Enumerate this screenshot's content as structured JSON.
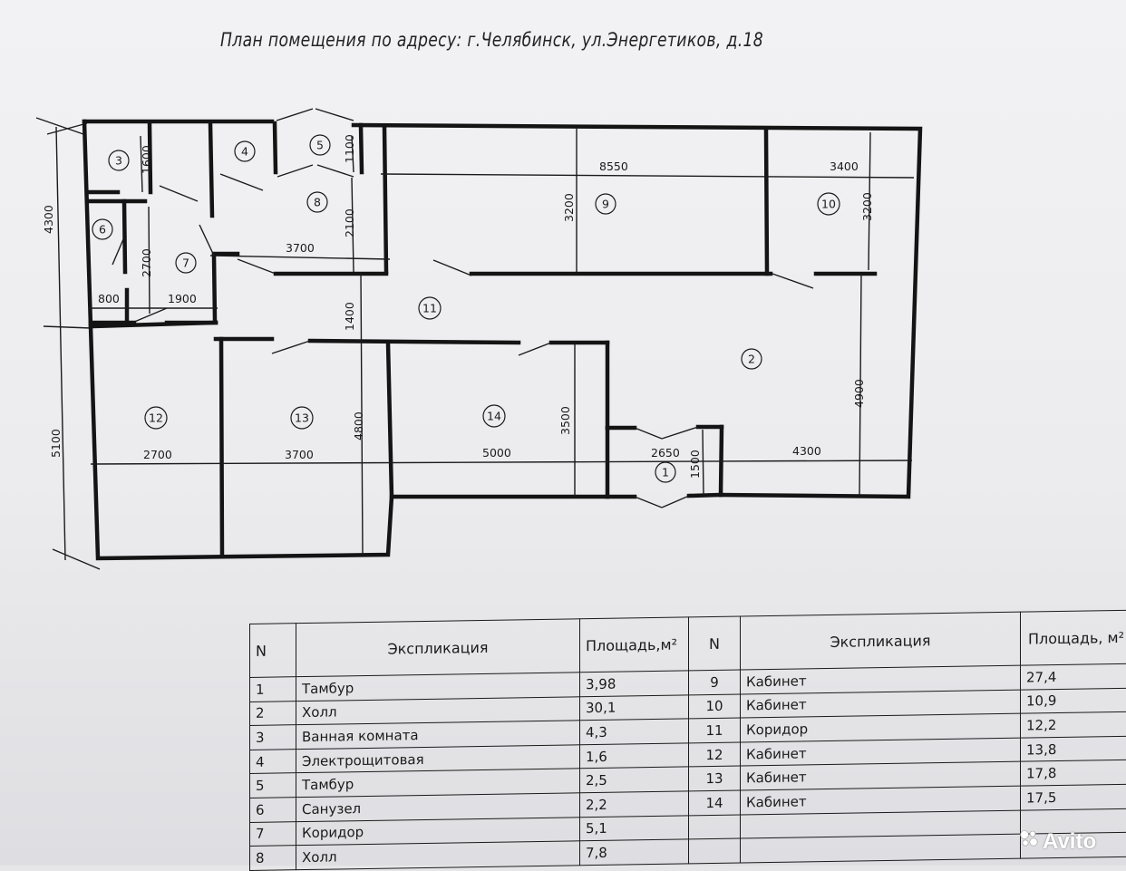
{
  "title": "План помещения по адресу: г.Челябинск, ул.Энергетиков, д.18",
  "dimensions": {
    "overall_upper": "4300",
    "overall_lower": "5100",
    "r3_height": "1600",
    "r5_height": "1100",
    "r8_height": "2100",
    "r7_height": "2700",
    "r8_width": "3700",
    "r6_width": "800",
    "r7_width": "1900",
    "r9_width": "8550",
    "r9_height": "3200",
    "r10_width": "3400",
    "r10_height": "3200",
    "r11_height": "1400",
    "r13_height": "4800",
    "r14_height": "3500",
    "r2_height": "4900",
    "r12_width": "2700",
    "r13_width": "3700",
    "r14_width": "5000",
    "r1_width": "2650",
    "r1_height": "1500",
    "r2_width": "4300"
  },
  "room_labels": [
    "1",
    "2",
    "3",
    "4",
    "5",
    "6",
    "7",
    "8",
    "9",
    "10",
    "11",
    "12",
    "13",
    "14"
  ],
  "table": {
    "headers": {
      "n": "N",
      "name": "Экспликация",
      "area": "Площадь,м²",
      "n2": "N",
      "name2": "Экспликация",
      "area2": "Площадь, м²"
    },
    "left_rows": [
      {
        "n": "1",
        "name": "Тамбур",
        "area": "3,98"
      },
      {
        "n": "2",
        "name": "Холл",
        "area": "30,1"
      },
      {
        "n": "3",
        "name": "Ванная комната",
        "area": "4,3"
      },
      {
        "n": "4",
        "name": "Электрощитовая",
        "area": "1,6"
      },
      {
        "n": "5",
        "name": "Тамбур",
        "area": "2,5"
      },
      {
        "n": "6",
        "name": "Санузел",
        "area": "2,2"
      },
      {
        "n": "7",
        "name": "Коридор",
        "area": "5,1"
      },
      {
        "n": "8",
        "name": "Холл",
        "area": "7,8"
      }
    ],
    "right_rows": [
      {
        "n": "9",
        "name": "Кабинет",
        "area": "27,4"
      },
      {
        "n": "10",
        "name": "Кабинет",
        "area": "10,9"
      },
      {
        "n": "11",
        "name": "Коридор",
        "area": "12,2"
      },
      {
        "n": "12",
        "name": "Кабинет",
        "area": "13,8"
      },
      {
        "n": "13",
        "name": "Кабинет",
        "area": "17,8"
      },
      {
        "n": "14",
        "name": "Кабинет",
        "area": "17,5"
      },
      {
        "n": "",
        "name": "",
        "area": ""
      },
      {
        "n": "",
        "name": "",
        "area": ""
      }
    ]
  },
  "watermark": "Avito"
}
